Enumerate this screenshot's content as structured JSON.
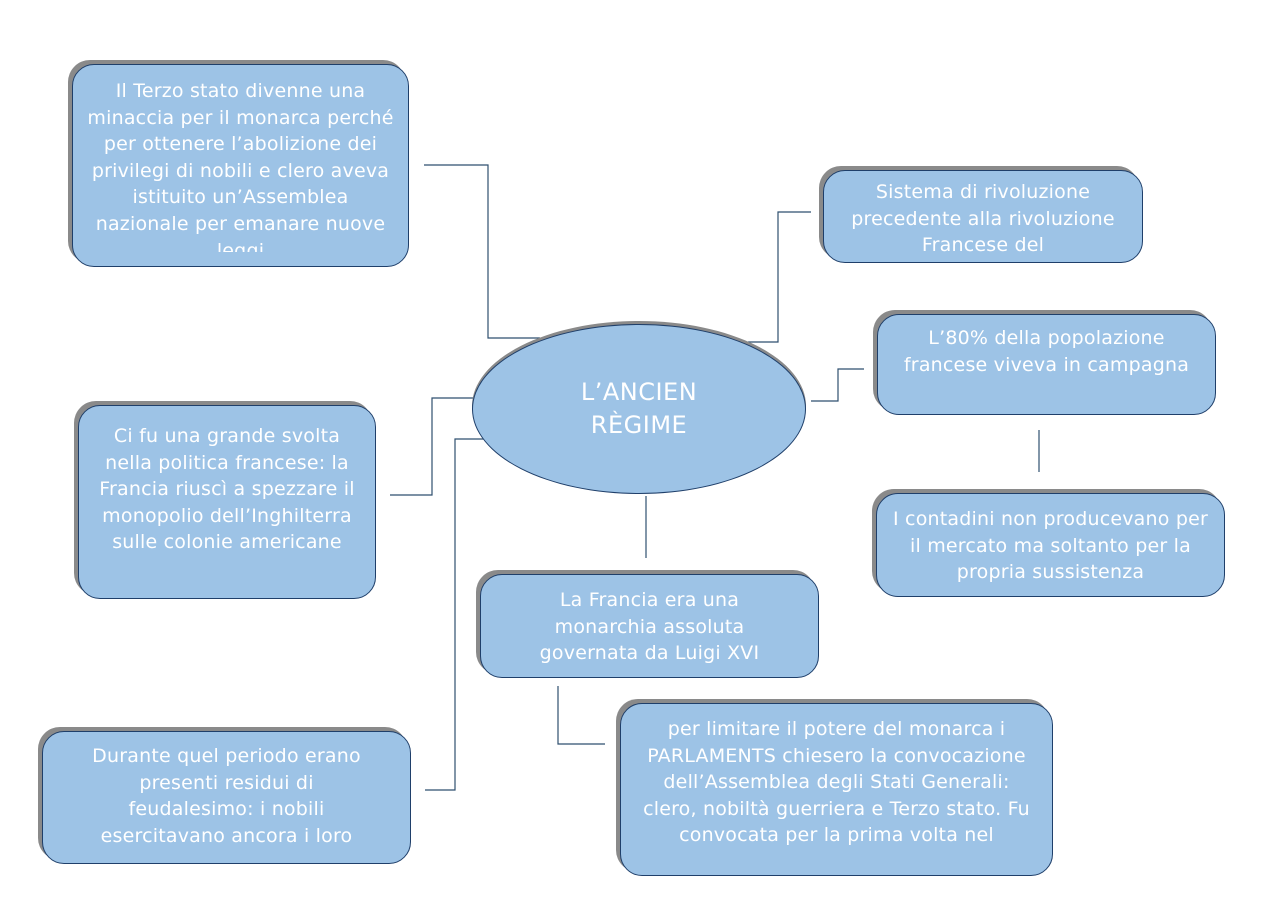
{
  "center": {
    "title": "L’ANCIEN RÈGIME"
  },
  "nodes": {
    "terzo_stato": "Il Terzo stato divenne una minaccia per il monarca perché per ottenere l’abolizione dei privilegi di nobili e clero aveva istituito un’Assemblea nazionale per emanare nuove leggi",
    "sistema": "Sistema di rivoluzione precedente alla rivoluzione Francese del",
    "popolazione": "L’80% della popolazione francese viveva in campagna",
    "contadini": "I contadini non producevano per il mercato ma soltanto per la propria sussistenza",
    "svolta": "Ci fu una grande svolta nella politica francese: la Francia riuscì a spezzare il monopolio dell’Inghilterra sulle colonie americane",
    "monarchia": "La Francia era una monarchia assoluta governata da Luigi XVI",
    "parlaments": "per limitare il potere del monarca i PARLAMENTS chiesero la convocazione dell’Assemblea degli Stati Generali: clero, nobiltà guerriera e Terzo stato. Fu convocata per la prima volta nel",
    "feudalesimo": "Durante quel periodo erano presenti residui di feudalesimo: i nobili esercitavano ancora i loro"
  },
  "colors": {
    "fill": "#9dc3e6",
    "border": "#1f3f6a",
    "shadow": "#8a8a8a",
    "text": "#ffffff",
    "line": "#2f4f6f"
  }
}
